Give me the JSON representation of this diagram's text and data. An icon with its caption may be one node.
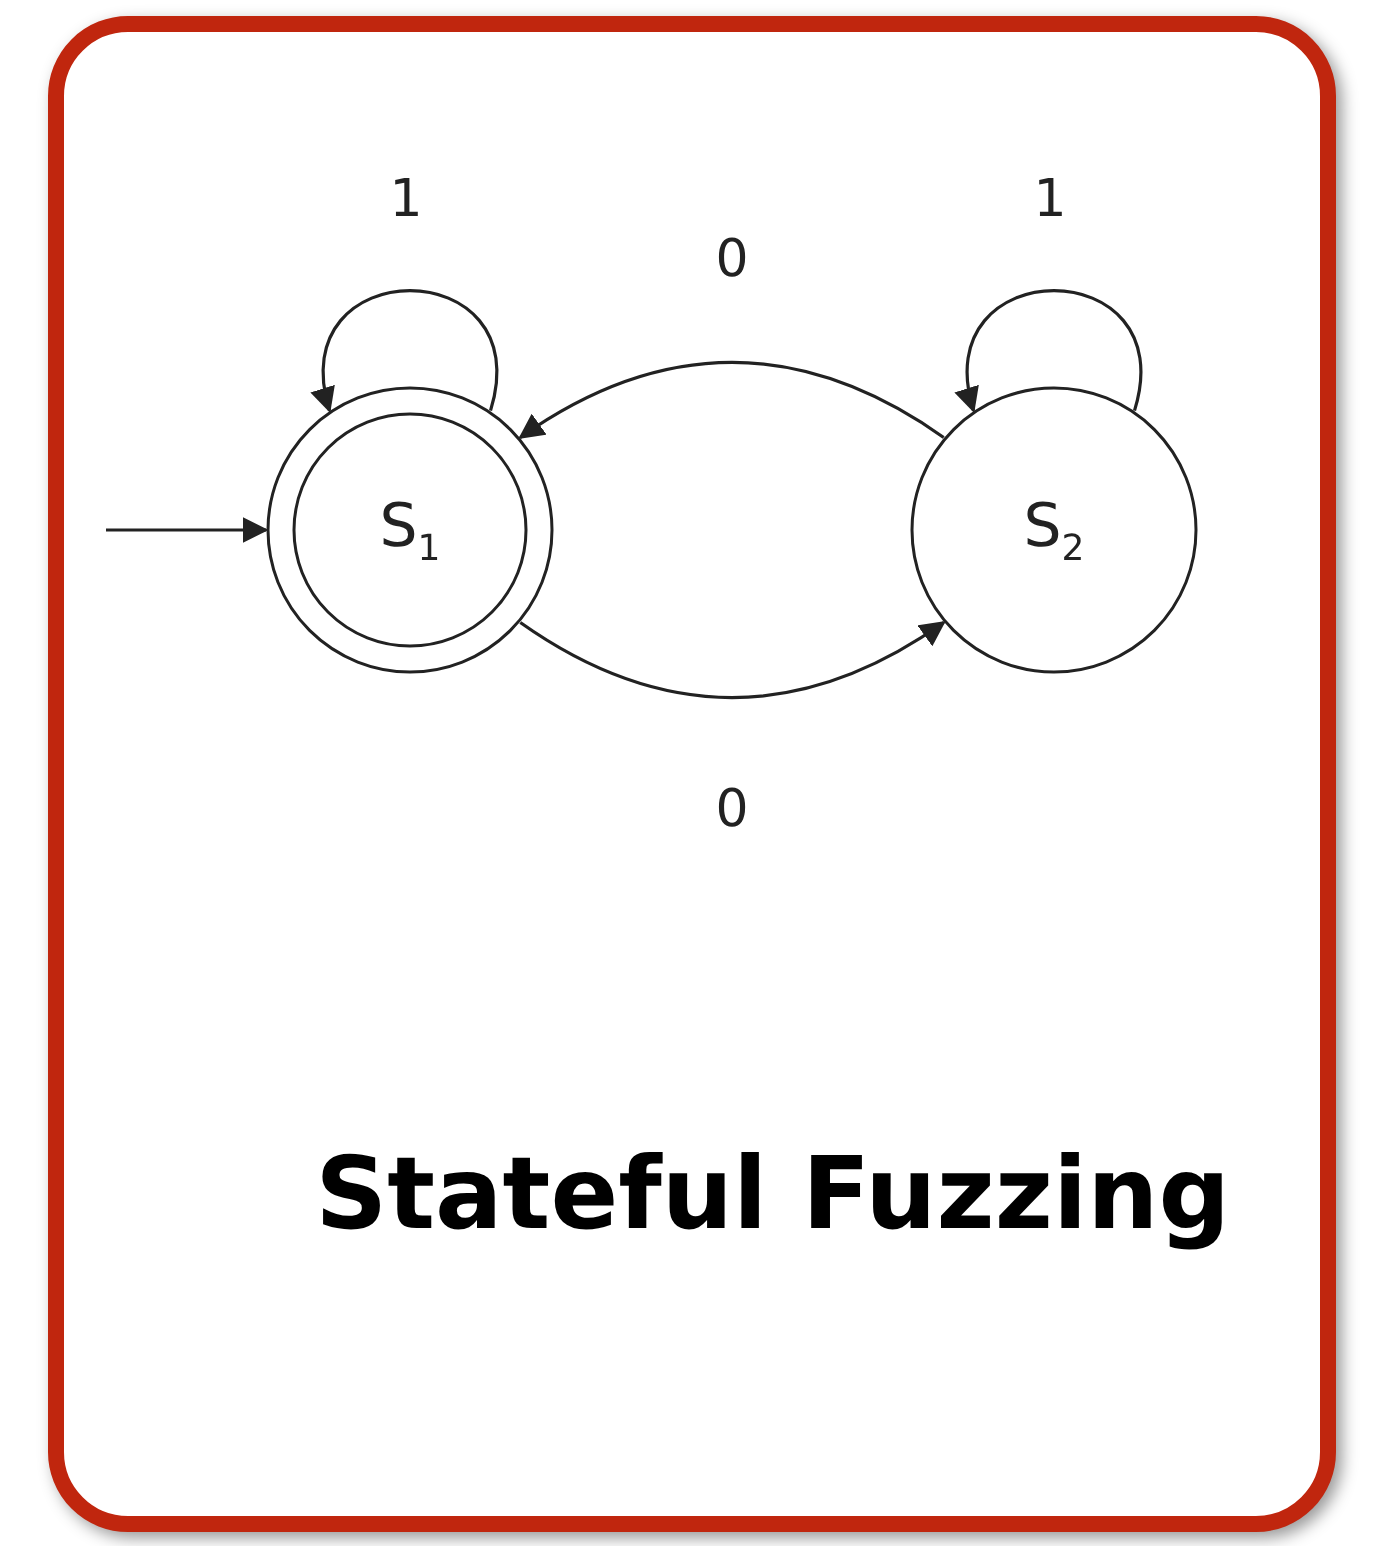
{
  "diagram": {
    "title": "Stateful Fuzzing",
    "nodes": [
      {
        "text": [
          "S$_{1}$"
        ]
      },
      {
        "text": [
          "S$_{2}$"
        ]
      }
    ],
    "edges": [
      {
        "from": null,
        "to": 0,
        "arrow": "to"
      },
      {
        "from": 0,
        "to": 0,
        "label": "1",
        "arrow": "to"
      },
      {
        "from": 1,
        "to": 1,
        "label": "1",
        "arrow": "to"
      },
      {
        "from": 1,
        "to": 0,
        "label": "0",
        "arrow": "to"
      },
      {
        "from": 0,
        "to": 1,
        "label": "0",
        "arrow": "to"
      }
    ]
  }
}
